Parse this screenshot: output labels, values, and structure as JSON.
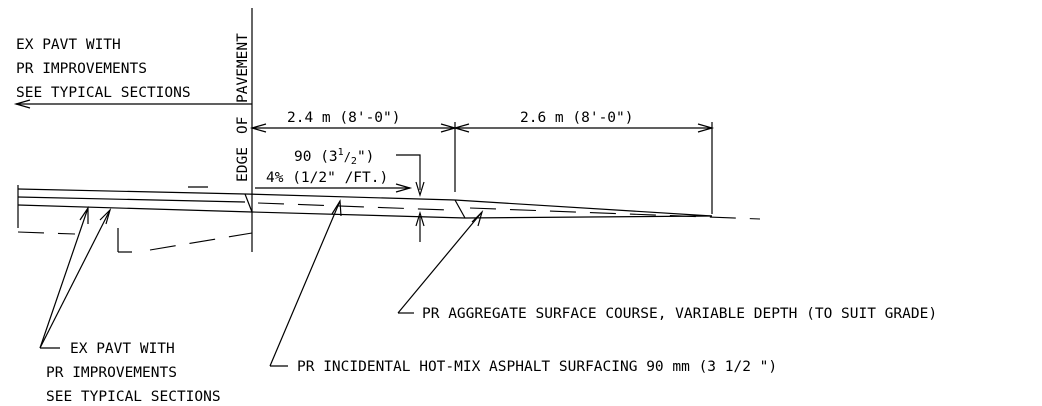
{
  "left_note": {
    "line1": "EX PAVT WITH",
    "line2": "PR IMPROVEMENTS",
    "line3": "SEE TYPICAL SECTIONS"
  },
  "edge_label": {
    "edge": "EDGE",
    "of": "OF",
    "pavement": "PAVEMENT"
  },
  "dimensions": {
    "width_1": "2.4 m (8'-0\")",
    "width_2": "2.6 m (8'-0\")",
    "depth": "90 (3",
    "depth_frac_num": "1",
    "depth_frac_den": "2",
    "depth_close": "\")",
    "slope": "4% (1/2\" /FT.)"
  },
  "callouts": {
    "aggregate": "PR AGGREGATE SURFACE COURSE, VARIABLE DEPTH (TO SUIT GRADE)",
    "asphalt": "PR INCIDENTAL HOT-MIX ASPHALT SURFACING 90 mm (3 1/2 \")",
    "bottom_note": {
      "line1": "EX PAVT WITH",
      "line2": "PR IMPROVEMENTS",
      "line3": "SEE TYPICAL SECTIONS"
    }
  }
}
